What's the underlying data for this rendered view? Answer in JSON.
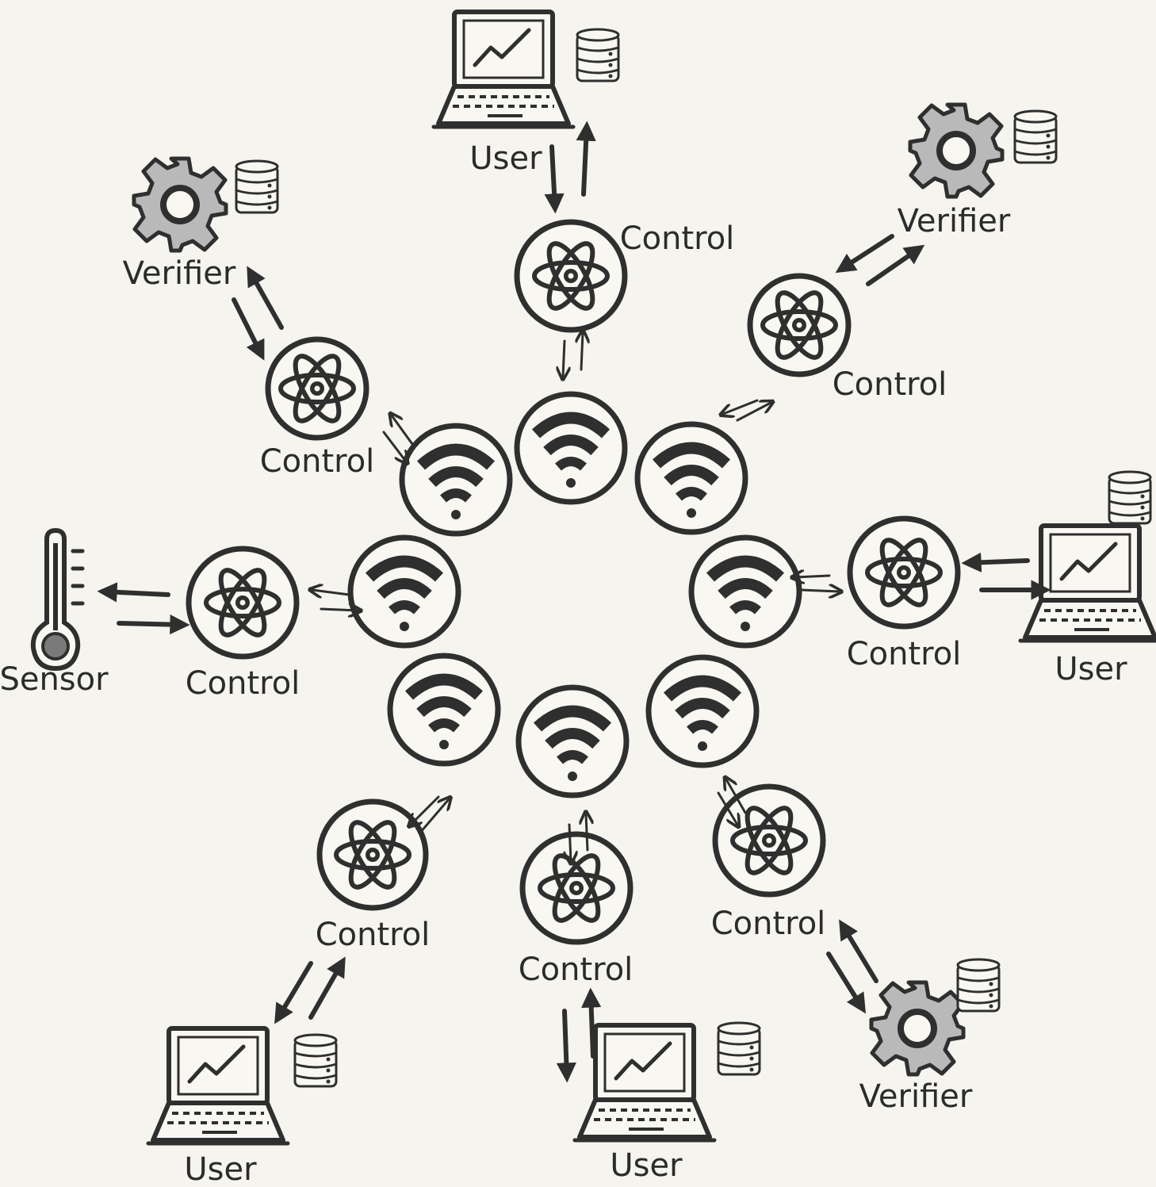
{
  "labels": {
    "control": "Control",
    "user": "User",
    "verifier": "Verifier",
    "sensor": "Sensor"
  },
  "icons": {
    "hub": "wifi-icon",
    "control": "atom-icon",
    "user": "laptop-chart-icon",
    "verifier": "gear-icon",
    "sensor": "thermometer-icon",
    "storage": "database-icon"
  },
  "colors": {
    "ink": "#2f2f2f",
    "paper": "#f5f4ef",
    "gear_fill": "#b9b9b9"
  }
}
